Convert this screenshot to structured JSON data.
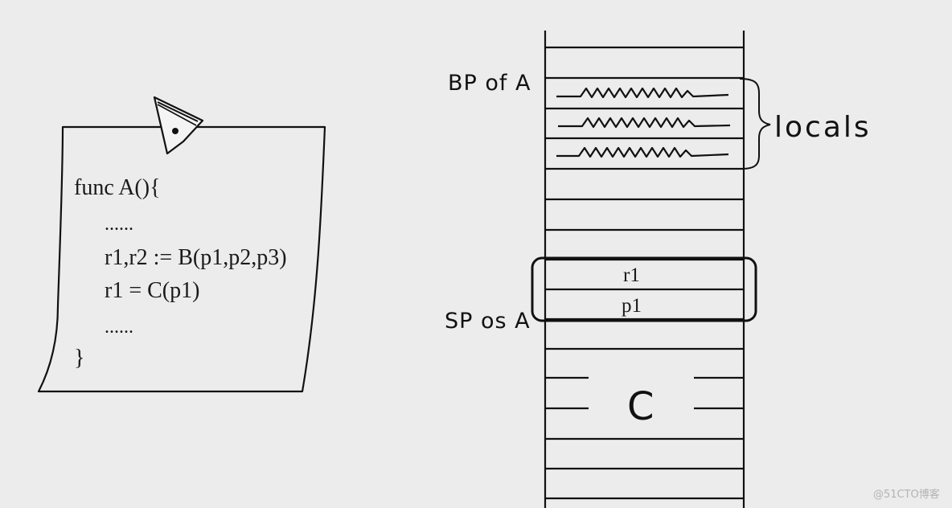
{
  "note": {
    "code_lines": [
      "func A(){",
      "......",
      "r1,r2 := B(p1,p2,p3)",
      "r1 = C(p1)",
      "......",
      "}"
    ]
  },
  "stack": {
    "bp_label": "BP of A",
    "sp_label": "SP os A",
    "locals_label": "locals",
    "slot_r1": "r1",
    "slot_p1": "p1",
    "frame_c_label": "C"
  },
  "watermark": "@51CTO博客"
}
